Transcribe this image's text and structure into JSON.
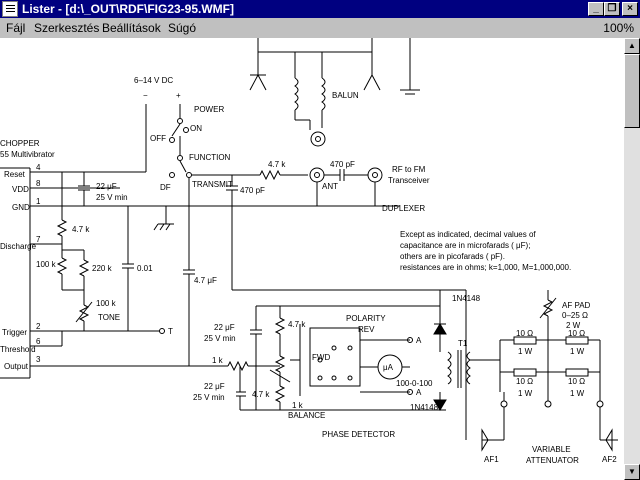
{
  "window": {
    "title": "Lister - [d:\\_OUT\\RDF\\FIG23-95.WMF]",
    "icon": "document-icon"
  },
  "menu": {
    "file": "Fájl",
    "edit": "Szerkesztés",
    "settings": "Beállítások",
    "help": "Súgó",
    "zoom": "100%"
  },
  "schematic": {
    "supply_label": "6–14 V DC",
    "minus": "−",
    "plus": "+",
    "power": "POWER",
    "on": "ON",
    "off": "OFF",
    "function": "FUNCTION",
    "df": "DF",
    "transmit": "TRANSMIT",
    "chopper": "CHOPPER",
    "multivibrator": "55 Multivibrator",
    "pin_reset": "Reset",
    "pin_vdd": "VDD",
    "pin_gnd": "GND",
    "pin_discharge": "Discharge",
    "pin_trigger": "Trigger",
    "pin_threshold": "Threshold",
    "pin_output": "Output",
    "pin4": "4",
    "pin8": "8",
    "pin1": "1",
    "pin7": "7",
    "pin2": "2",
    "pin6": "6",
    "pin3": "3",
    "c22uf_top": "22 μF",
    "c25v_top": "25 V min",
    "r47k_a": "4.7 k",
    "r100k": "100 k",
    "r220k": "220 k",
    "c001": "0.01",
    "r100k_tone": "100 k",
    "tone": "TONE",
    "t": "T",
    "r47k_b": "4.7 k",
    "c470pf_a": "470 pF",
    "c470pf_b": "470 pF",
    "ant": "ANT",
    "rf_to_fm": "RF to FM",
    "transceiver": "Transceiver",
    "duplexer": "DUPLEXER",
    "balun": "BALUN",
    "c47uf": "4.7 μF",
    "note_line1": "Except as indicated, decimal values of",
    "note_line2": "capacitance are in microfarads ( μF);",
    "note_line3": "others are in picofarads ( pF).",
    "note_line4": "resistances are in ohms; k=1,000, M=1,000,000.",
    "diode_top": "1N4148",
    "diode_bottom": "1N4148",
    "t1": "T1",
    "af_pad": "AF PAD",
    "af_pad_value": "0–25 Ω",
    "af_pad_watt": "2 W",
    "r10_1": "10 Ω",
    "r10_1w": "1 W",
    "r10_2": "10 Ω",
    "r10_2w": "1 W",
    "r10_3": "10 Ω",
    "r10_3w": "1 W",
    "r10_4": "10 Ω",
    "r10_4w": "1 W",
    "c22uf_mid": "22 μF",
    "c25v_mid": "25 V min",
    "c22uf_bot": "22 μF",
    "c25v_bot": "25 V min",
    "r47k_c": "4.7 k",
    "r47k_d": "4.7 k",
    "r1k_a": "1 k",
    "r1k_b": "1 k",
    "balance": "BALANCE",
    "polarity": "POLARITY",
    "rev": "REV",
    "fwd": "FWD",
    "a1": "A",
    "a2": "A",
    "meter": "μA",
    "meter_range": "100-0-100",
    "phase_detector": "PHASE DETECTOR",
    "variable": "VARIABLE",
    "attenuator": "ATTENUATOR",
    "af1": "AF1",
    "af2": "AF2"
  }
}
